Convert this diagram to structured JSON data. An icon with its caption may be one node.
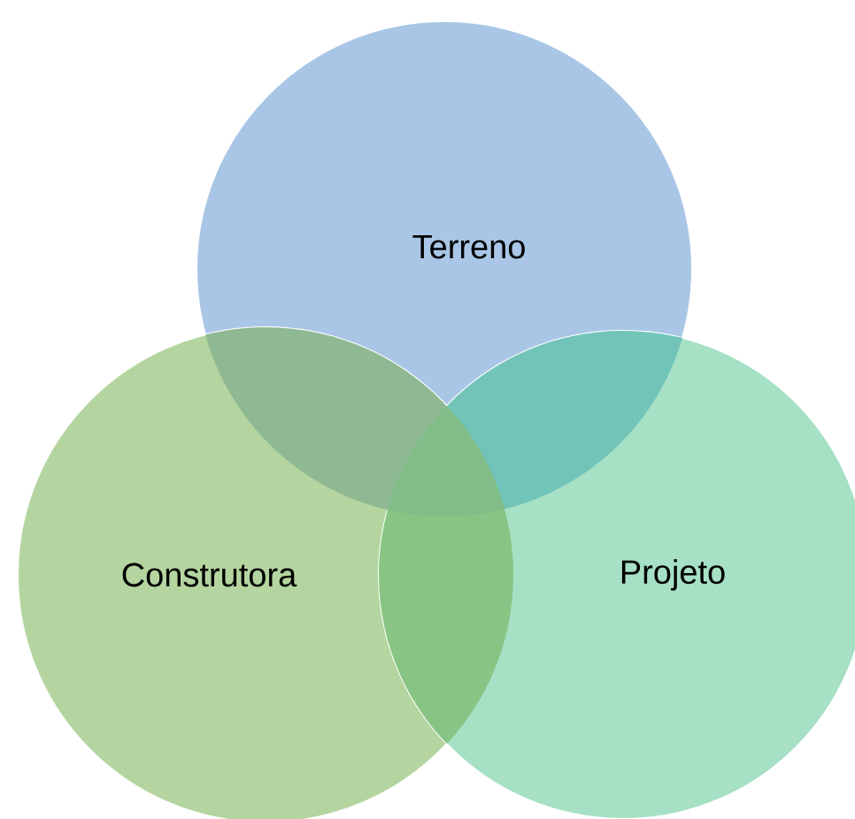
{
  "diagram": {
    "nodes": [
      {
        "text": [
          "Terreno"
        ]
      },
      {
        "text": [
          "Construtora"
        ]
      },
      {
        "text": [
          "Projeto"
        ]
      }
    ]
  }
}
